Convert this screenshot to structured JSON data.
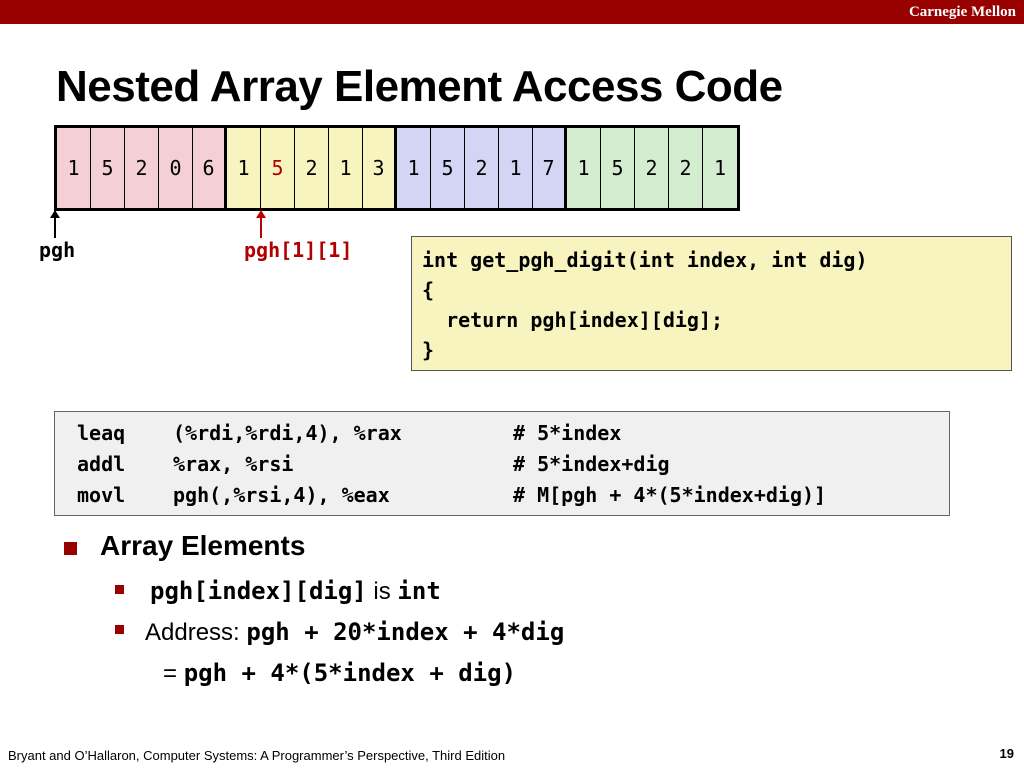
{
  "header": {
    "brand": "Carnegie Mellon"
  },
  "slide": {
    "title": "Nested Array Element Access Code"
  },
  "array": {
    "rows": [
      {
        "color": "#f4d0d4",
        "values": [
          "1",
          "5",
          "2",
          "0",
          "6"
        ]
      },
      {
        "color": "#f8f4c0",
        "values": [
          "1",
          "5",
          "2",
          "1",
          "3"
        ]
      },
      {
        "color": "#d4d4f4",
        "values": [
          "1",
          "5",
          "2",
          "1",
          "7"
        ]
      },
      {
        "color": "#d4ecd0",
        "values": [
          "1",
          "5",
          "2",
          "2",
          "1"
        ]
      }
    ],
    "highlight_color": "#b00000"
  },
  "pointers": {
    "pgh": "pgh",
    "pgh11": "pgh[1][1]"
  },
  "c_code": {
    "lines": [
      "int get_pgh_digit(int index, int dig)",
      "{",
      "  return pgh[index][dig];",
      "}"
    ]
  },
  "asm": {
    "rows": [
      {
        "op": "leaq",
        "args": "(%rdi,%rdi,4), %rax",
        "comment": "# 5*index"
      },
      {
        "op": "addl",
        "args": "%rax, %rsi",
        "comment": "# 5*index+dig"
      },
      {
        "op": "movl",
        "args": "pgh(,%rsi,4), %eax",
        "comment": "# M[pgh + 4*(5*index+dig)]"
      }
    ]
  },
  "bullets": {
    "main": "Array Elements",
    "sub1": {
      "code1": "pgh[index][dig]",
      "text": " is ",
      "code2": "int"
    },
    "sub2": {
      "text": "Address: ",
      "code": "pgh + 20*index + 4*dig"
    },
    "sub3": {
      "eq": "= ",
      "code": "pgh + 4*(5*index + dig)"
    }
  },
  "footer": {
    "citation": "Bryant and O’Hallaron, Computer Systems: A Programmer’s Perspective, Third Edition",
    "page": "19"
  }
}
